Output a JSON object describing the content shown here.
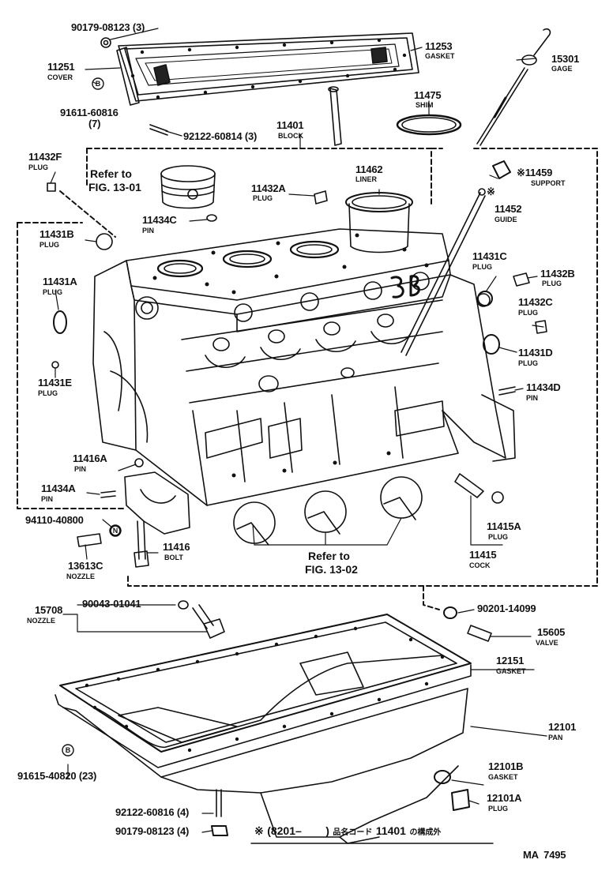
{
  "parts": [
    {
      "id": "p90179a",
      "number": "90179-08123 (3)",
      "name": ""
    },
    {
      "id": "p11253",
      "number": "11253",
      "name": "GASKET"
    },
    {
      "id": "p11251",
      "number": "11251",
      "name": "COVER"
    },
    {
      "id": "p91611",
      "number": "91611-60816",
      "name": "(7)"
    },
    {
      "id": "p92122a",
      "number": "92122-60814 (3)",
      "name": ""
    },
    {
      "id": "p11401",
      "number": "11401",
      "name": "BLOCK"
    },
    {
      "id": "p15301",
      "number": "15301",
      "name": "GAGE"
    },
    {
      "id": "p11475",
      "number": "11475",
      "name": "SHIM"
    },
    {
      "id": "p11432F",
      "number": "11432F",
      "name": "PLUG"
    },
    {
      "id": "p11462",
      "number": "11462",
      "name": "LINER"
    },
    {
      "id": "p11459",
      "number": "※11459",
      "name": "SUPPORT"
    },
    {
      "id": "p11432A",
      "number": "11432A",
      "name": "PLUG"
    },
    {
      "id": "p11452",
      "number": "11452",
      "name": "GUIDE"
    },
    {
      "id": "p11434C",
      "number": "11434C",
      "name": "PIN"
    },
    {
      "id": "p11431B",
      "number": "11431B",
      "name": "PLUG"
    },
    {
      "id": "p11431C",
      "number": "11431C",
      "name": "PLUG"
    },
    {
      "id": "p11432B",
      "number": "11432B",
      "name": "PLUG"
    },
    {
      "id": "p11431A",
      "number": "11431A",
      "name": "PLUG"
    },
    {
      "id": "p11432C",
      "number": "11432C",
      "name": "PLUG"
    },
    {
      "id": "p11431D",
      "number": "11431D",
      "name": "PLUG"
    },
    {
      "id": "p11431E",
      "number": "11431E",
      "name": "PLUG"
    },
    {
      "id": "p11434D",
      "number": "11434D",
      "name": "PIN"
    },
    {
      "id": "p11416A",
      "number": "11416A",
      "name": "PIN"
    },
    {
      "id": "p11434A",
      "number": "11434A",
      "name": "PIN"
    },
    {
      "id": "p94110",
      "number": "94110-40800",
      "name": ""
    },
    {
      "id": "p11415A",
      "number": "11415A",
      "name": "PLUG"
    },
    {
      "id": "p11416",
      "number": "11416",
      "name": "BOLT"
    },
    {
      "id": "p11415",
      "number": "11415",
      "name": "COCK"
    },
    {
      "id": "p13613C",
      "number": "13613C",
      "name": "NOZZLE"
    },
    {
      "id": "p15708",
      "number": "15708",
      "name": "NOZZLE"
    },
    {
      "id": "p90043",
      "number": "90043-01041",
      "name": ""
    },
    {
      "id": "p90201",
      "number": "90201-14099",
      "name": ""
    },
    {
      "id": "p15605",
      "number": "15605",
      "name": "VALVE"
    },
    {
      "id": "p12151",
      "number": "12151",
      "name": "GASKET"
    },
    {
      "id": "p12101",
      "number": "12101",
      "name": "PAN"
    },
    {
      "id": "p91615",
      "number": "91615-40820 (23)",
      "name": ""
    },
    {
      "id": "p12101B",
      "number": "12101B",
      "name": "GASKET"
    },
    {
      "id": "p12101A",
      "number": "12101A",
      "name": "PLUG"
    },
    {
      "id": "p92122b",
      "number": "92122-60816 (4)",
      "name": ""
    },
    {
      "id": "p90179b",
      "number": "90179-08123 (4)",
      "name": ""
    }
  ],
  "references": {
    "fig1301": [
      "Refer to",
      "FIG. 13-01"
    ],
    "fig1302": [
      "Refer to",
      "FIG. 13-02"
    ]
  },
  "marks": {
    "asterisk": "※",
    "circled_b": "B",
    "circled_n": "N"
  },
  "footnote": {
    "mark": "※",
    "range": "(8201–",
    "close": ")",
    "jp_label": "品名コード",
    "code": "11401",
    "jp_suffix": "の構成外"
  },
  "drawing_id": "MA  7495"
}
